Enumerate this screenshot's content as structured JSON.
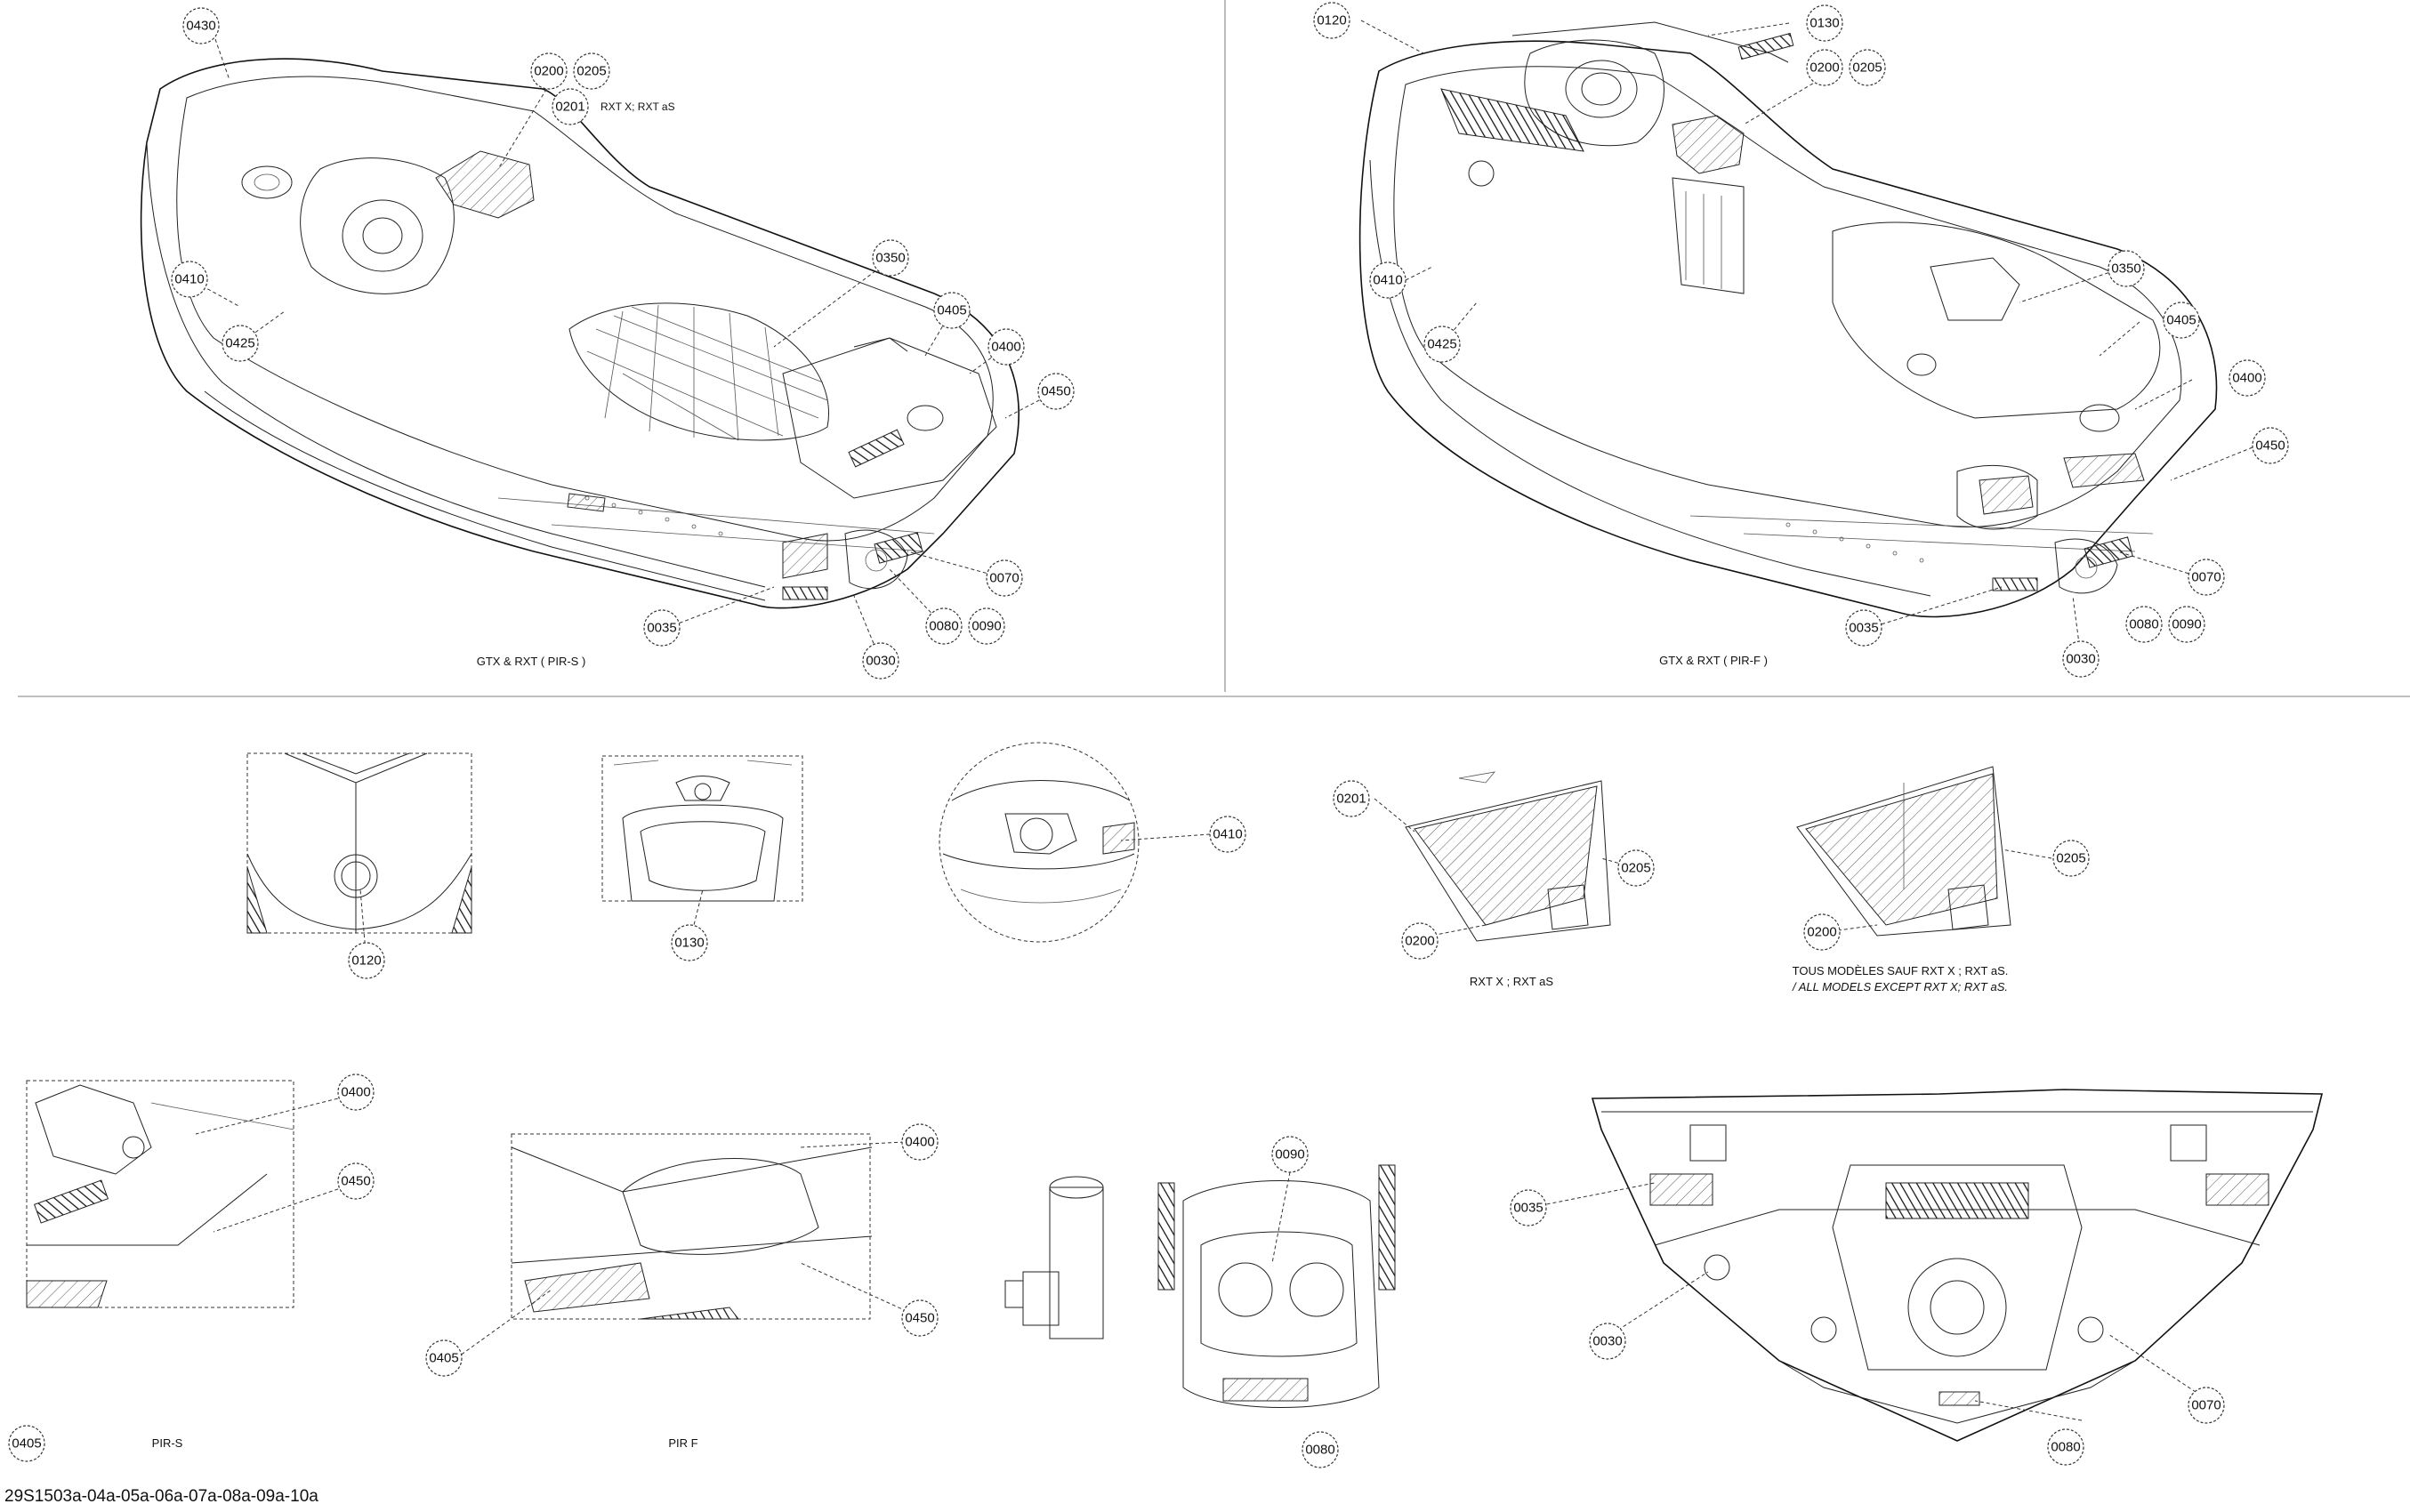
{
  "document_id": "29S1503a-04a-05a-06a-07a-08a-09a-10a",
  "captions": {
    "gtx_pir_s": "GTX & RXT ( PIR-S )",
    "gtx_pir_f": "GTX & RXT ( PIR-F )",
    "rxt_x": "RXT X ; RXT aS",
    "all_models_fr": "TOUS MODÈLES SAUF RXT X ; RXT aS.",
    "all_models_en": "/ ALL MODELS EXCEPT RXT X; RXT aS.",
    "pir_s": "PIR-S",
    "pir_f": "PIR F",
    "rxt_note": "RXT X; RXT aS"
  },
  "callouts": {
    "c0430": "0430",
    "c0200": "0200",
    "c0205": "0205",
    "c0201": "0201",
    "c0410": "0410",
    "c0425": "0425",
    "c0350": "0350",
    "c0405": "0405",
    "c0400": "0400",
    "c0450": "0450",
    "c0070": "0070",
    "c0035": "0035",
    "c0080": "0080",
    "c0090": "0090",
    "c0030": "0030",
    "c0120": "0120",
    "c0130": "0130"
  }
}
